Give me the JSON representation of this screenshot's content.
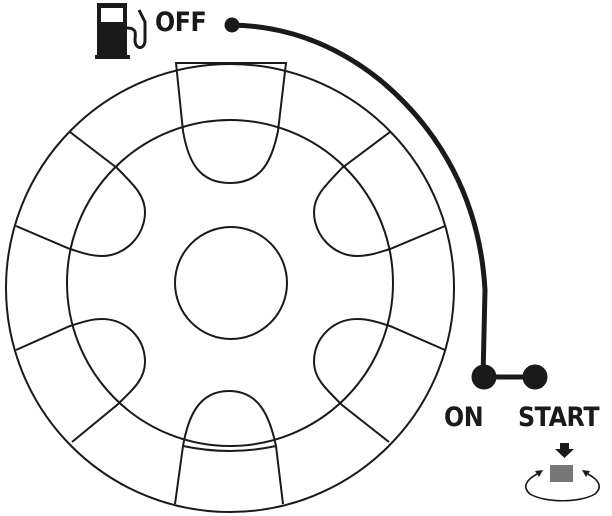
{
  "labels": {
    "off": "OFF",
    "on": "ON",
    "start": "START"
  },
  "icons": {
    "fuel": "fuel-pump-icon",
    "push_arrow": "down-arrow-icon",
    "rotate": "rotate-icon"
  },
  "colors": {
    "line": "#1a1a1a",
    "key_slot": "#777777",
    "background": "#ffffff"
  }
}
